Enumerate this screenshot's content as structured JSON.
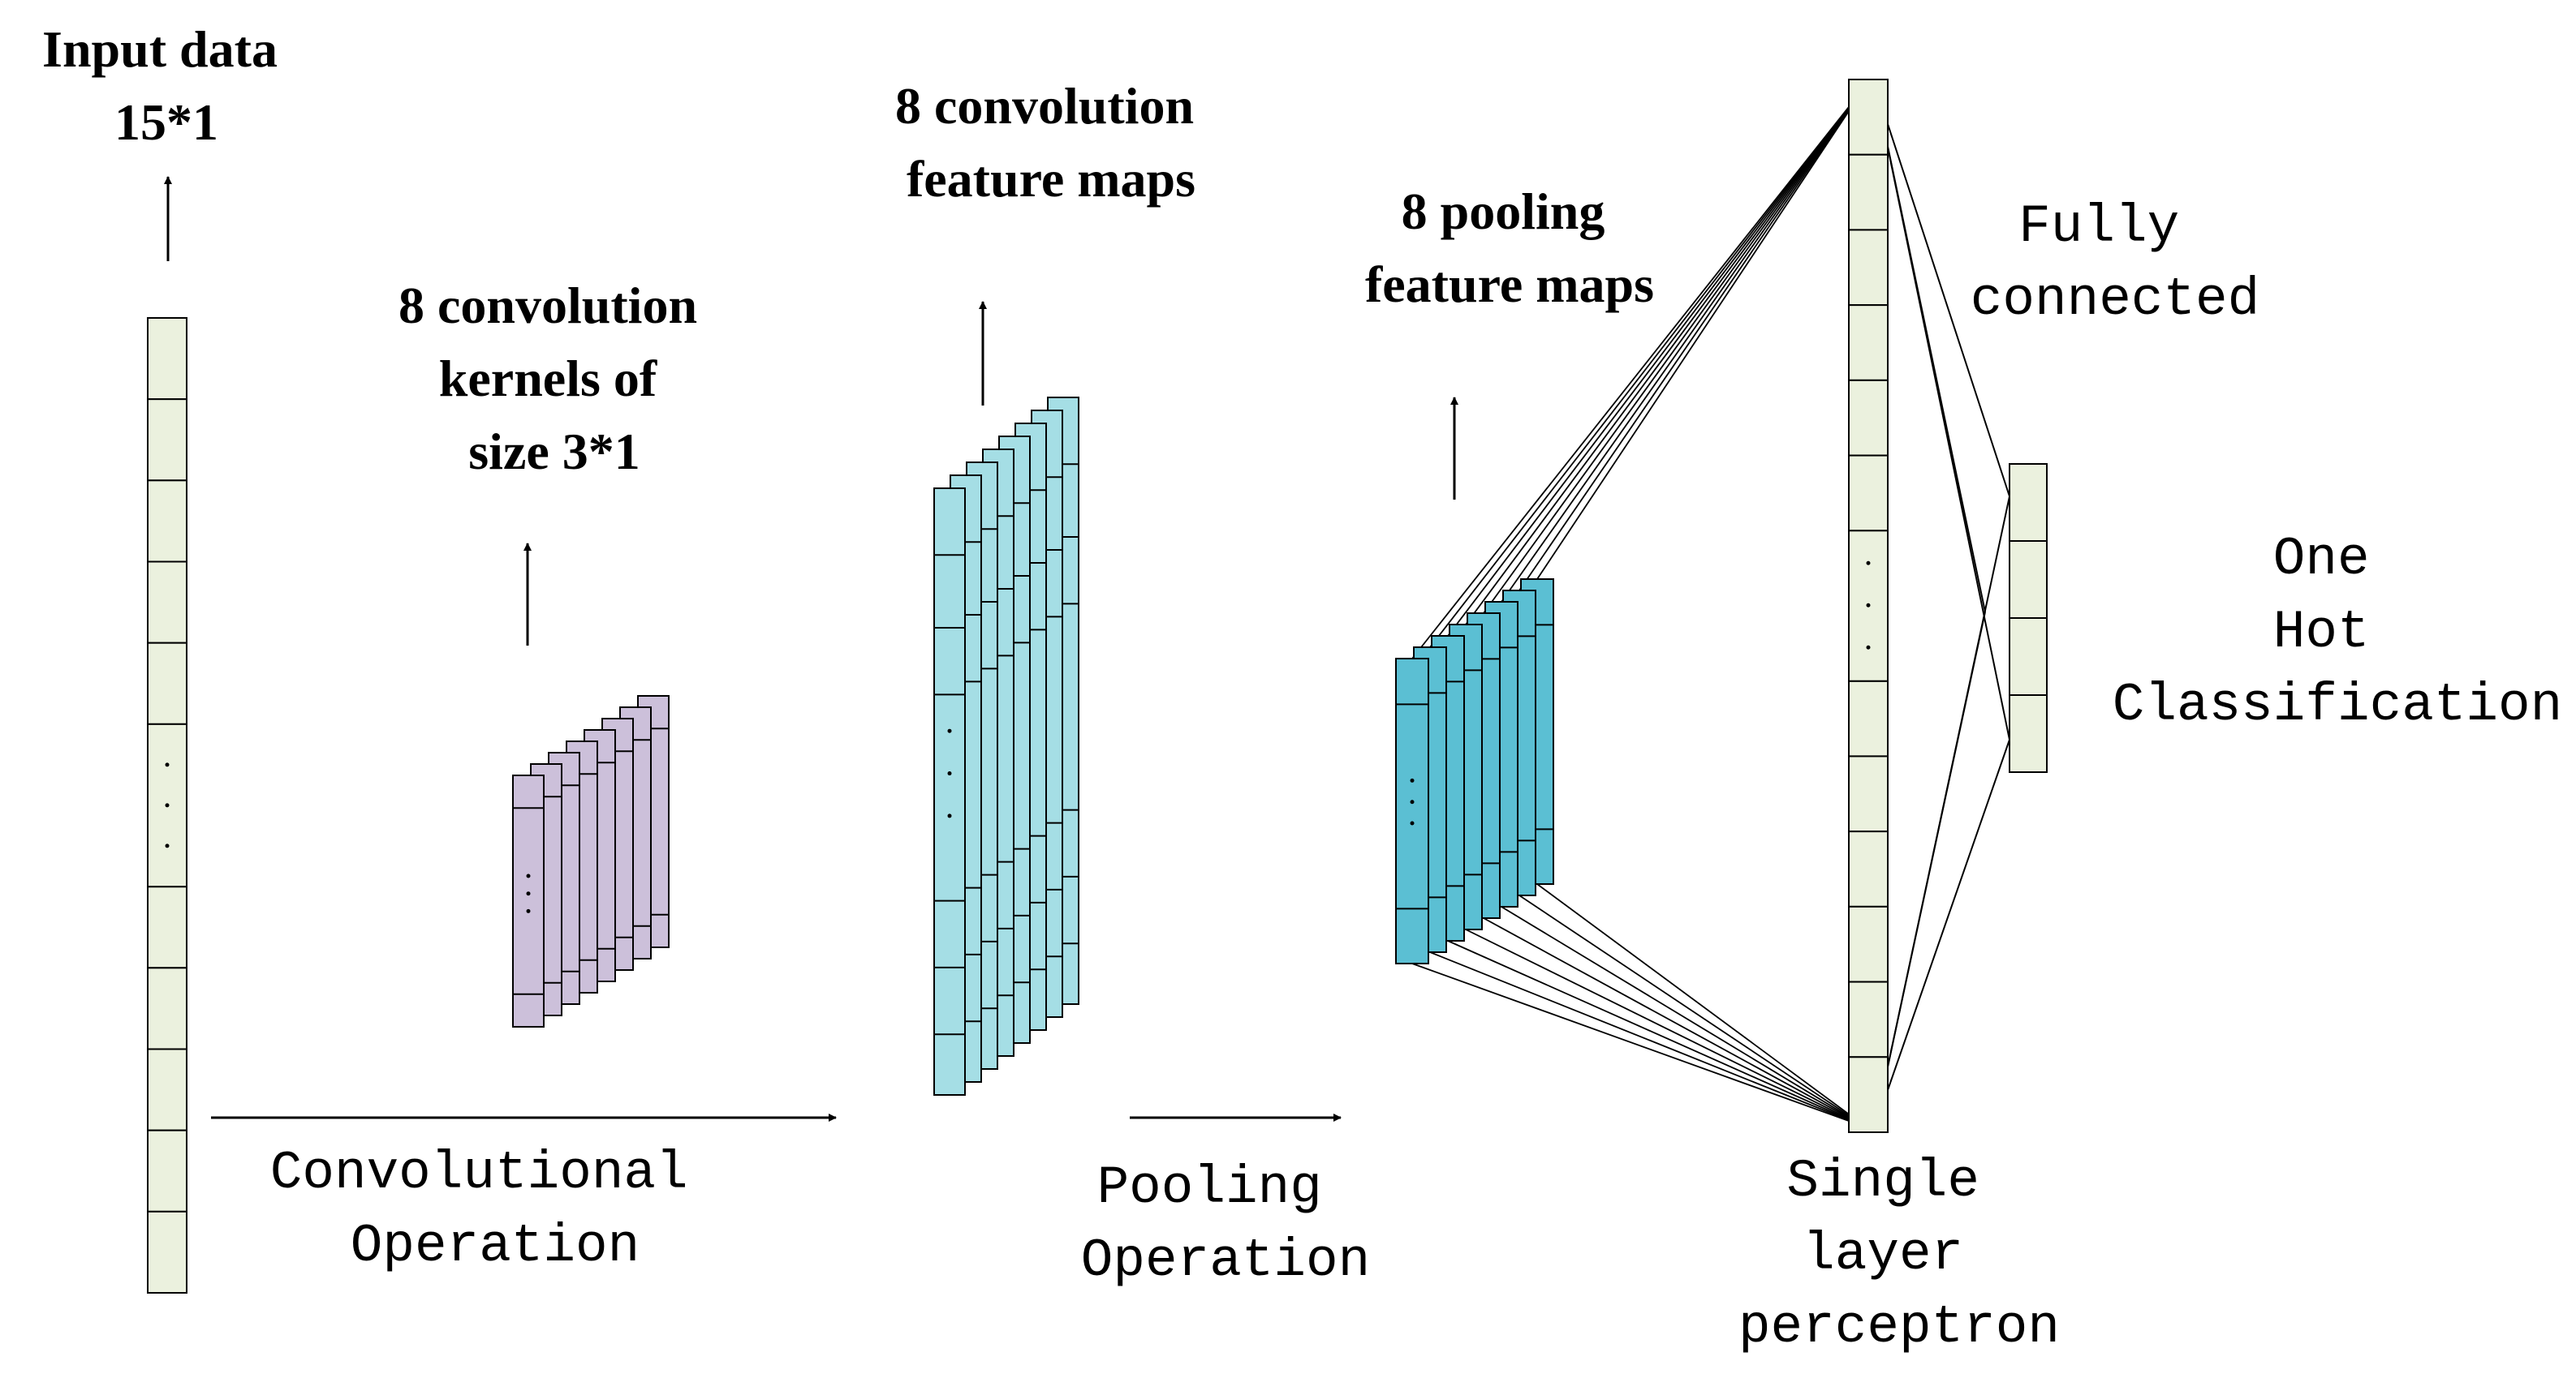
{
  "labels": {
    "input": [
      "Input data",
      "15*1"
    ],
    "kernels": [
      "8 convolution",
      "kernels of",
      "size 3*1"
    ],
    "conv_maps": [
      "8 convolution",
      "feature maps"
    ],
    "pool_maps": [
      "8 pooling",
      "feature maps"
    ],
    "fully_connected": [
      "Fully",
      "connected"
    ],
    "one_hot": [
      "One",
      "Hot",
      "Classification"
    ],
    "conv_op": [
      "Convolutional",
      "Operation"
    ],
    "pool_op": [
      "Pooling",
      "Operation"
    ],
    "perceptron": [
      "Single",
      "layer",
      "perceptron"
    ]
  },
  "colors": {
    "input_cell": "#EBF1DE",
    "kernel": "#CCC0DA",
    "conv_map": "#A5DEE5",
    "pool_map": "#5BBFD3",
    "perceptron_cell": "#EBF1DE",
    "output_cell": "#EBF1DE",
    "stroke": "#000000"
  },
  "structure": {
    "kernel_count": 8,
    "conv_map_count": 8,
    "pool_map_count": 8,
    "output_cells": 4
  }
}
